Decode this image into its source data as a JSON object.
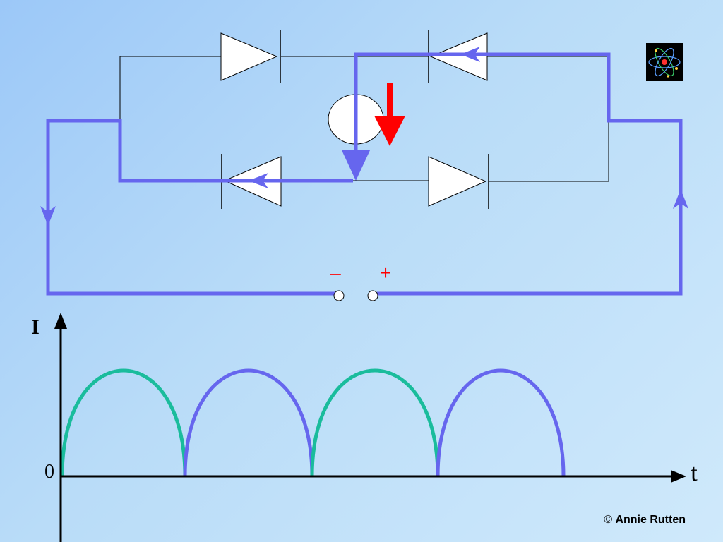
{
  "circuit": {
    "polarity_minus": "–",
    "polarity_plus": "+"
  },
  "graph": {
    "ylabel": "I",
    "xlabel": "t",
    "origin_label": "0"
  },
  "copyright": {
    "symbol": "©",
    "name": "Annie Rutten"
  },
  "colors": {
    "current_path": "#6666ee",
    "arch_alt": "#1abc9c",
    "arrow_red": "#ff0000",
    "wire": "#000000"
  },
  "icons": {
    "logo": "atom-icon"
  }
}
